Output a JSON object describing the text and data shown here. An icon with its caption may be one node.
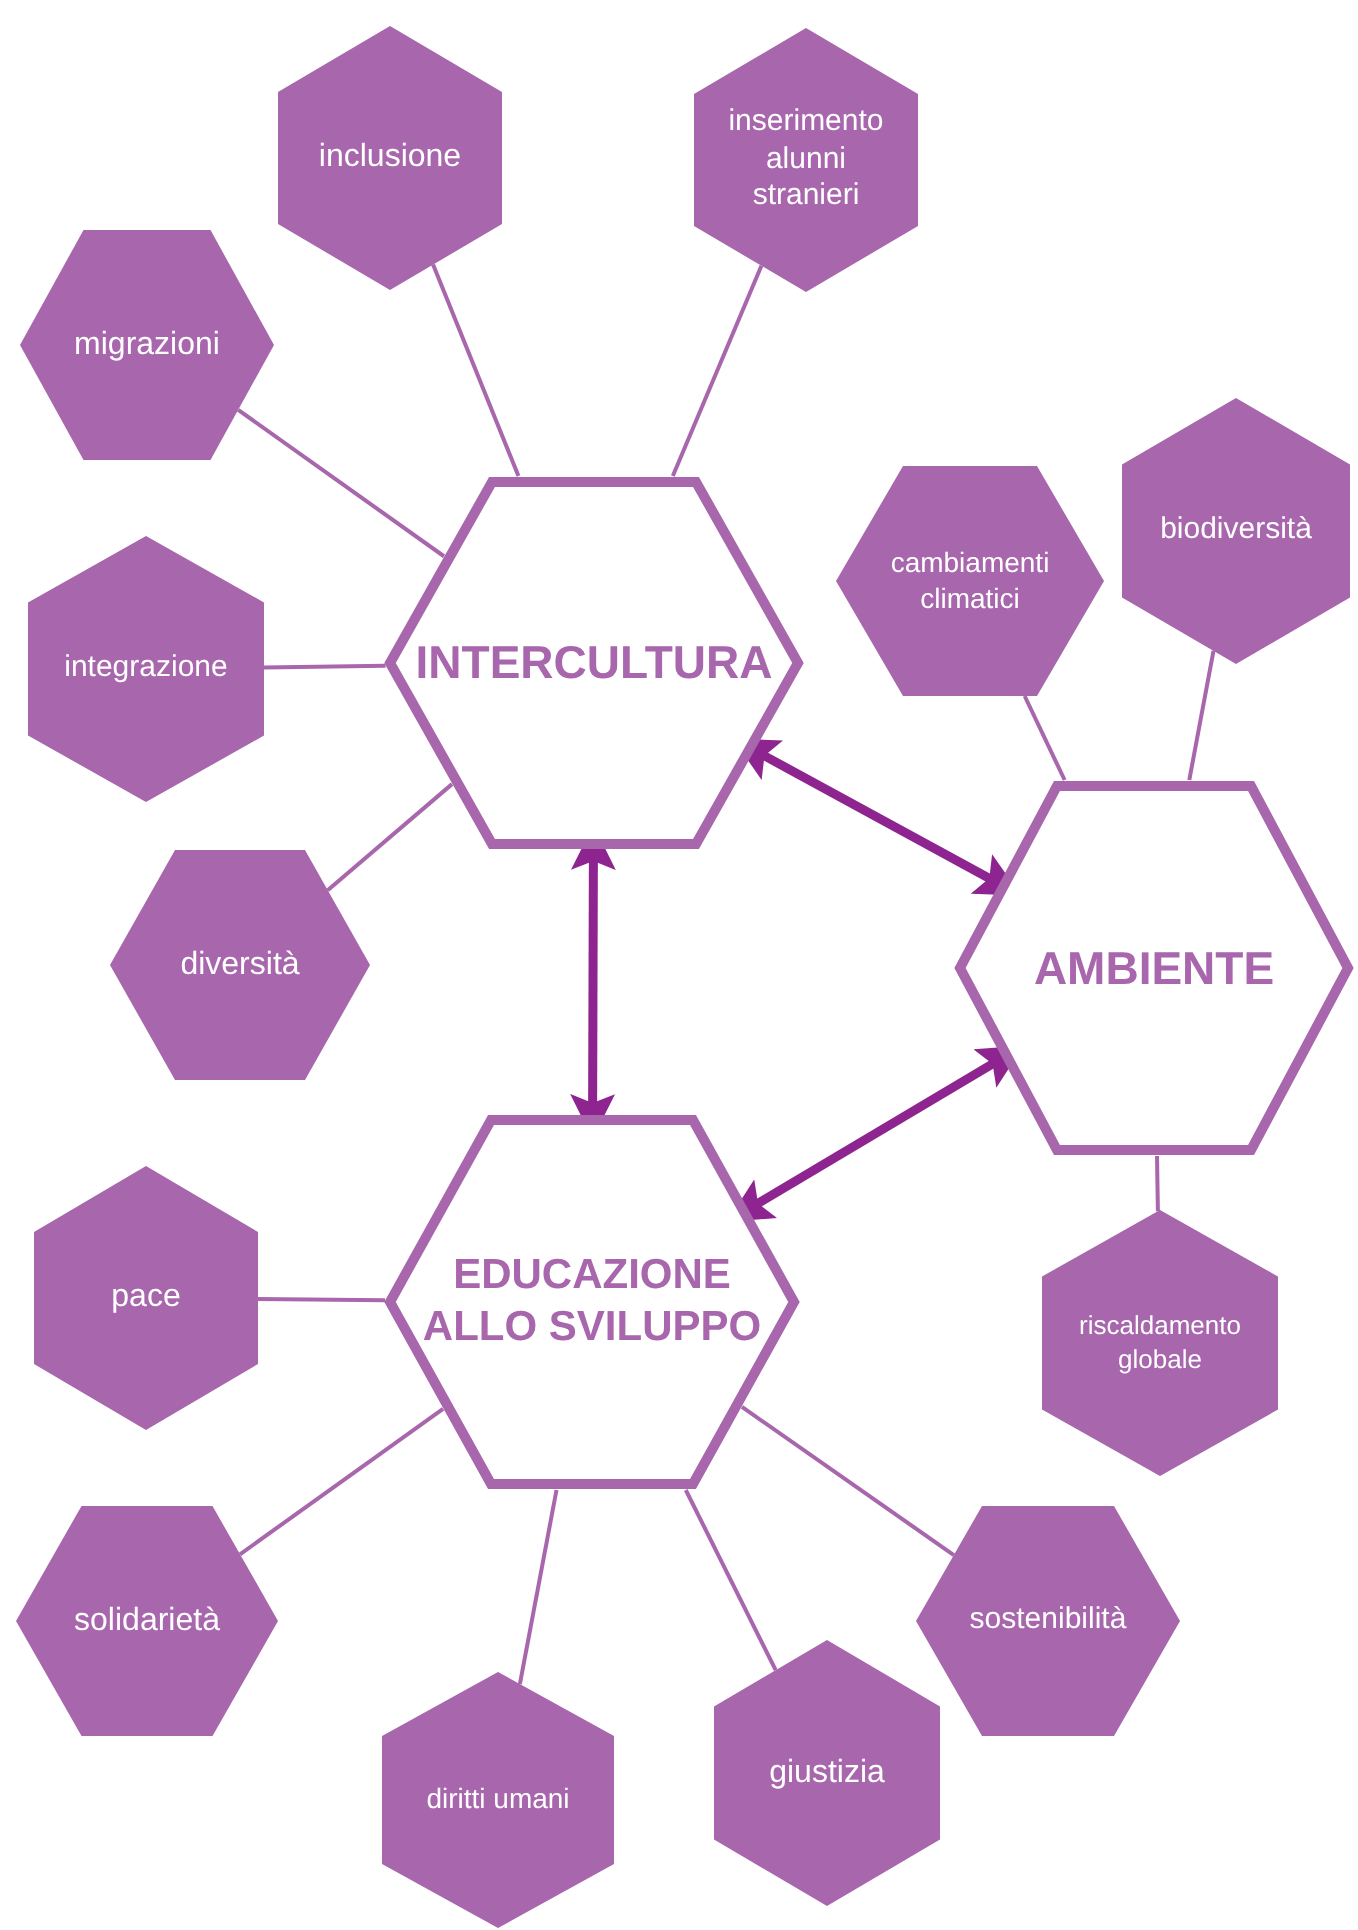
{
  "diagram": {
    "nodes": [
      {
        "text": [
          "INTERCULTURA"
        ]
      },
      {
        "text": [
          "AMBIENTE"
        ]
      },
      {
        "text": [
          "EDUCAZIONE ALLO SVILUPPO"
        ]
      },
      {
        "text": [
          "inclusione"
        ]
      },
      {
        "text": [
          "inserimento alunni stranieri"
        ]
      },
      {
        "text": [
          "migrazioni"
        ]
      },
      {
        "text": [
          "integrazione"
        ]
      },
      {
        "text": [
          "diversità"
        ]
      },
      {
        "text": [
          "cambiamenti climatici"
        ]
      },
      {
        "text": [
          "biodiversità"
        ]
      },
      {
        "text": [
          "riscaldamento globale"
        ]
      },
      {
        "text": [
          "pace"
        ]
      },
      {
        "text": [
          "solidarietà"
        ]
      },
      {
        "text": [
          "diritti umani"
        ]
      },
      {
        "text": [
          "giustizia"
        ]
      },
      {
        "text": [
          "sostenibilità"
        ]
      }
    ],
    "edges": [
      {
        "from": 0,
        "to": 1,
        "arrow": "both",
        "style": "thick",
        "color": "#8e248f"
      },
      {
        "from": 0,
        "to": 2,
        "arrow": "both",
        "style": "thick",
        "color": "#8e248f"
      },
      {
        "from": 1,
        "to": 2,
        "arrow": "both",
        "style": "thick",
        "color": "#8e248f"
      },
      {
        "from": 0,
        "to": 3,
        "arrow": "none"
      },
      {
        "from": 0,
        "to": 4,
        "arrow": "none"
      },
      {
        "from": 0,
        "to": 5,
        "arrow": "none"
      },
      {
        "from": 0,
        "to": 6,
        "arrow": "none"
      },
      {
        "from": 0,
        "to": 7,
        "arrow": "none"
      },
      {
        "from": 1,
        "to": 8,
        "arrow": "none"
      },
      {
        "from": 1,
        "to": 9,
        "arrow": "none"
      },
      {
        "from": 1,
        "to": 10,
        "arrow": "none"
      },
      {
        "from": 2,
        "to": 11,
        "arrow": "none"
      },
      {
        "from": 2,
        "to": 12,
        "arrow": "none"
      },
      {
        "from": 2,
        "to": 13,
        "arrow": "none"
      },
      {
        "from": 2,
        "to": 14,
        "arrow": "none"
      },
      {
        "from": 2,
        "to": 15,
        "arrow": "none"
      }
    ]
  }
}
